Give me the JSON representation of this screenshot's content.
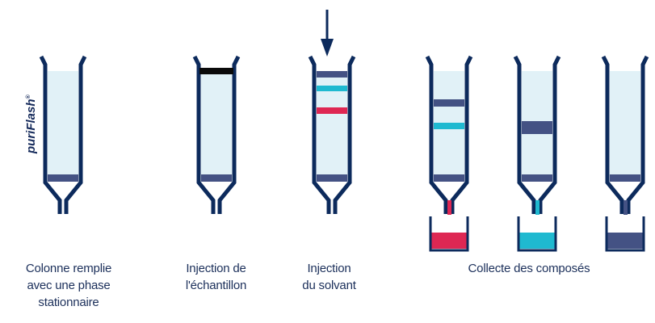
{
  "brand": {
    "name": "puriFlash",
    "mark": "®"
  },
  "colors": {
    "outline": "#0c2a5c",
    "liquid": "#e1f1f7",
    "frit": "#445284",
    "sample_black": "#0a0a0a",
    "band_navy": "#445284",
    "band_cyan": "#1fb9d0",
    "band_red": "#de2753",
    "text": "#1b2f5a"
  },
  "steps": [
    {
      "id": "column",
      "label_lines": [
        "Colonne remplie",
        "avec une phase",
        "stationnaire"
      ]
    },
    {
      "id": "sample",
      "label_lines": [
        "Injection de",
        "l'échantillon"
      ]
    },
    {
      "id": "solvent",
      "label_lines": [
        "Injection",
        "du solvant"
      ]
    },
    {
      "id": "collect",
      "label_lines": [
        "Collecte des composés"
      ]
    }
  ],
  "arrow": {
    "direction": "down",
    "over_step": "solvent"
  },
  "collection": [
    {
      "fraction": "red",
      "color": "#de2753"
    },
    {
      "fraction": "cyan",
      "color": "#1fb9d0"
    },
    {
      "fraction": "navy",
      "color": "#445284"
    }
  ]
}
